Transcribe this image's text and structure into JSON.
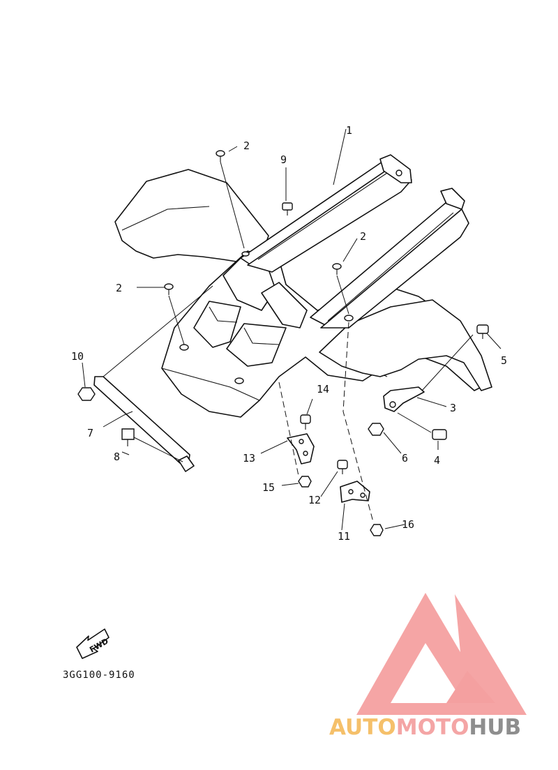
{
  "callouts": {
    "c1": "1",
    "c2a": "2",
    "c2b": "2",
    "c2c": "2",
    "c3": "3",
    "c4": "4",
    "c5": "5",
    "c6": "6",
    "c7": "7",
    "c8": "8",
    "c9": "9",
    "c10": "10",
    "c11": "11",
    "c12": "12",
    "c13": "13",
    "c14": "14",
    "c15": "15",
    "c16": "16"
  },
  "fwd_label": "FWD",
  "diagram_code": "3GG100-9160",
  "watermark": {
    "part1": "AUTO",
    "part2": "MOTO",
    "part3": "HUB",
    "colors": {
      "auto": "#f5c06a",
      "moto": "#f4a5a5",
      "hub": "#8e8e8e",
      "logo": "#f4a0a0"
    }
  }
}
